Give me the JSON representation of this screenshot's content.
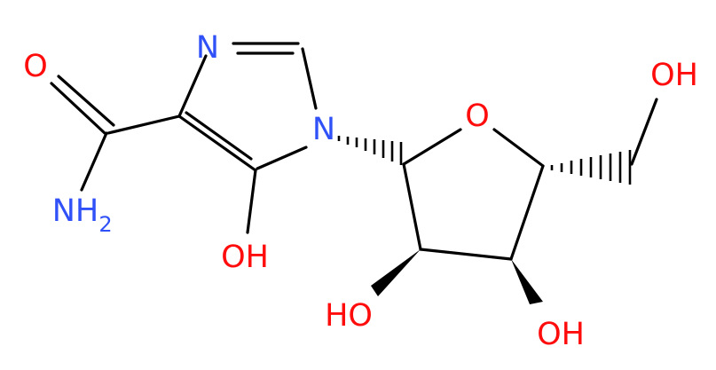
{
  "colors": {
    "bond": "#000000",
    "nitrogen": "#3050F8",
    "oxygen": "#FF0D0D",
    "background": "#FFFFFF"
  },
  "labels": {
    "imidazole_n3": "N",
    "imidazole_n1": "N",
    "amide_o": "O",
    "amide_n": "NH",
    "amide_n_sub": "2",
    "c5_oh": "OH",
    "ring_o": "O",
    "c5prime_oh": "OH",
    "c2prime_oh": "HO",
    "c3prime_oh": "OH"
  }
}
